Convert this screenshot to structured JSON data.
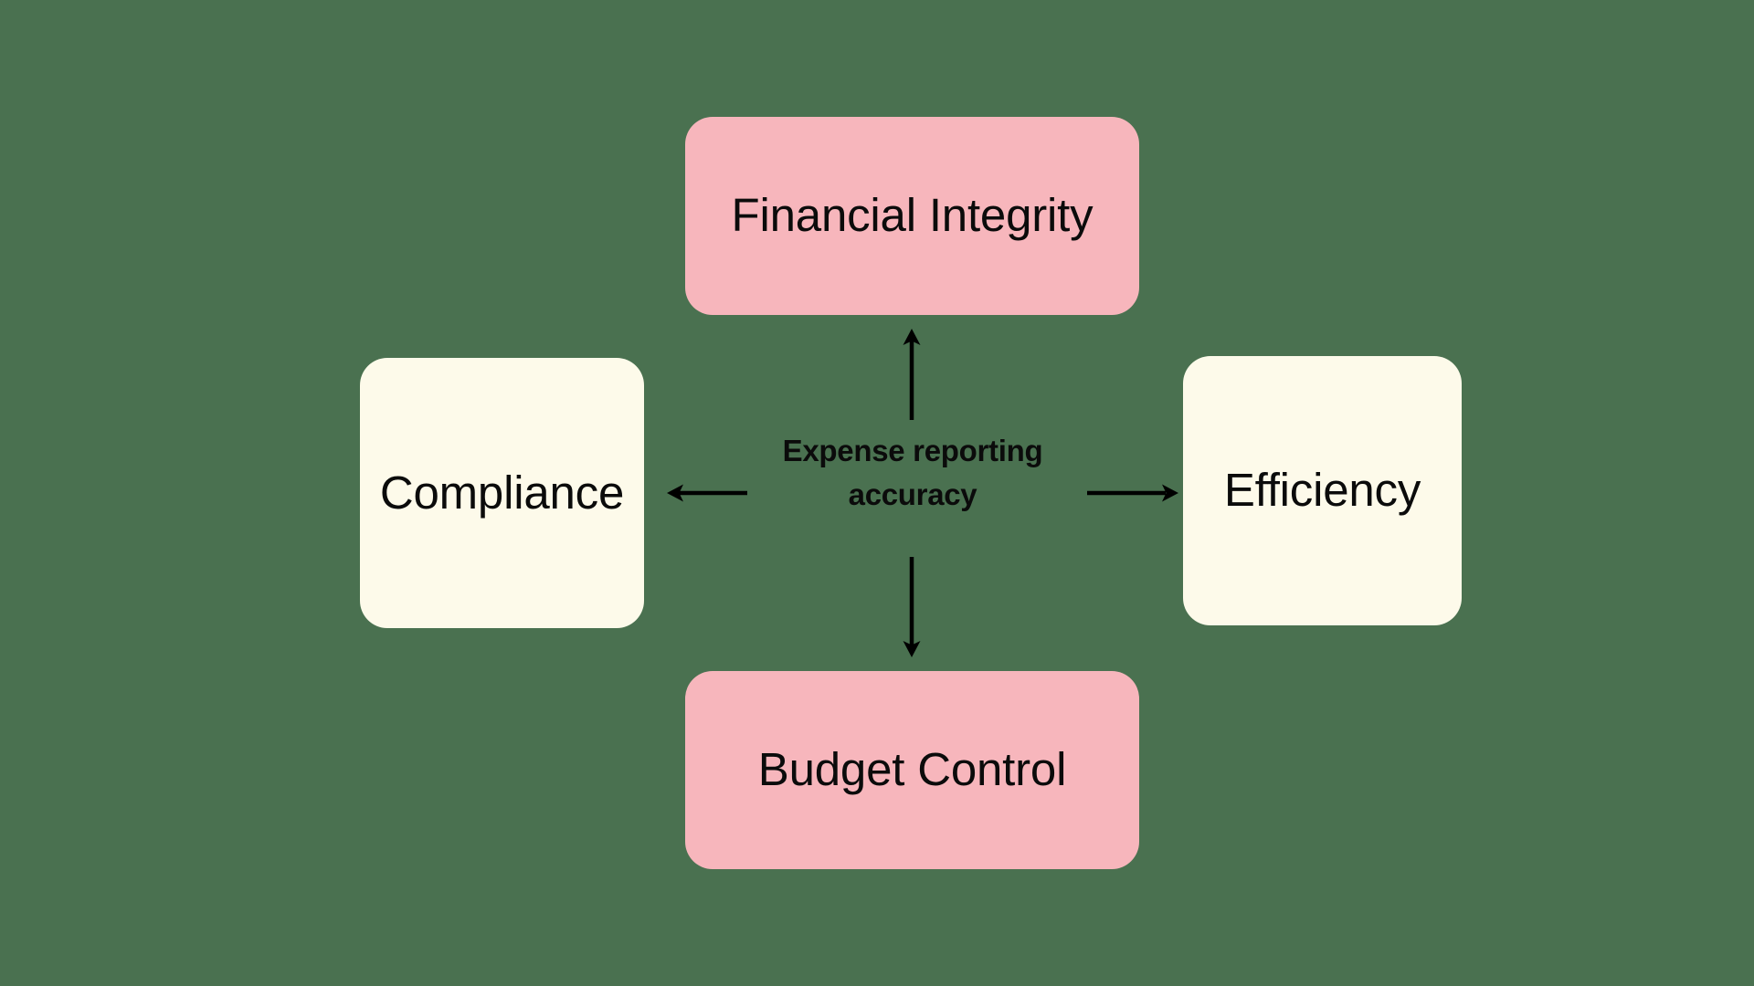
{
  "diagram": {
    "title": "Expense reporting accuracy",
    "type": "radial-outcome-map",
    "background_color": "#4a7150",
    "center": {
      "label_line1": "Expense reporting",
      "label_line2": "accuracy",
      "full_label": "Expense reporting accuracy",
      "text_color": "#0b0b0b"
    },
    "nodes": [
      {
        "id": "financial-integrity",
        "label": "Financial Integrity",
        "position": "top",
        "fill": "#f7b6bc",
        "text_color": "#0b0b0b"
      },
      {
        "id": "compliance",
        "label": "Compliance",
        "position": "left",
        "fill": "#fdfaea",
        "text_color": "#0b0b0b"
      },
      {
        "id": "efficiency",
        "label": "Efficiency",
        "position": "right",
        "fill": "#fdfaea",
        "text_color": "#0b0b0b"
      },
      {
        "id": "budget-control",
        "label": "Budget Control",
        "position": "bottom",
        "fill": "#f7b6bc",
        "text_color": "#0b0b0b"
      }
    ],
    "connectors": [
      {
        "id": "center-to-financial-integrity",
        "direction": "up",
        "from": "center",
        "to": "financial-integrity",
        "color": "#000000"
      },
      {
        "id": "center-to-compliance",
        "direction": "left",
        "from": "center",
        "to": "compliance",
        "color": "#000000"
      },
      {
        "id": "center-to-efficiency",
        "direction": "right",
        "from": "center",
        "to": "efficiency",
        "color": "#000000"
      },
      {
        "id": "center-to-budget-control",
        "direction": "down",
        "from": "center",
        "to": "budget-control",
        "color": "#000000"
      }
    ]
  }
}
